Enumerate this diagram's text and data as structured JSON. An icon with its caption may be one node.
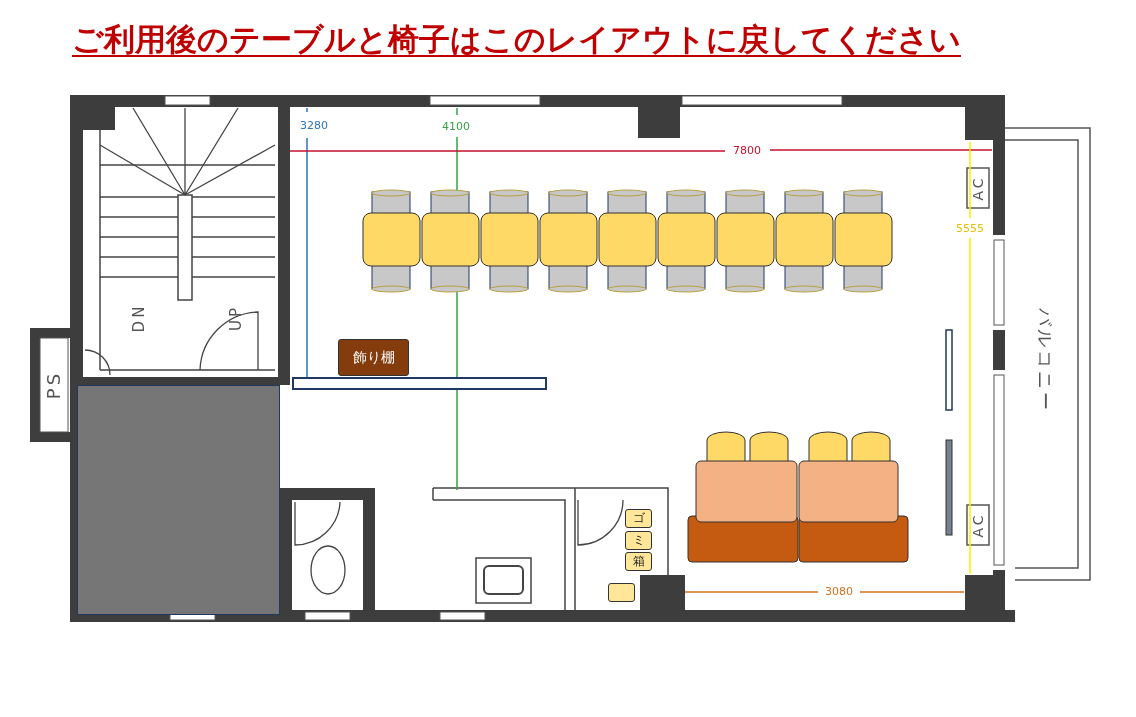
{
  "diagram": {
    "title": "ご利用後のテーブルと椅子はこのレイアウトに戻してください",
    "nodes": [
      {
        "text": [
          "飾り棚"
        ]
      },
      {
        "text": [
          "ゴ"
        ]
      },
      {
        "text": [
          "ミ"
        ]
      },
      {
        "text": [
          "箱"
        ]
      },
      {
        "text": [],
        "shape": "box"
      },
      {
        "text": [],
        "shape": "box"
      },
      {
        "text": [],
        "shape": "bar"
      }
    ],
    "labels": [
      "3280",
      "4100",
      "7800",
      "AC",
      "5555",
      "DN",
      "UP",
      "PS",
      "バルコニー",
      "AC",
      "3080"
    ]
  }
}
